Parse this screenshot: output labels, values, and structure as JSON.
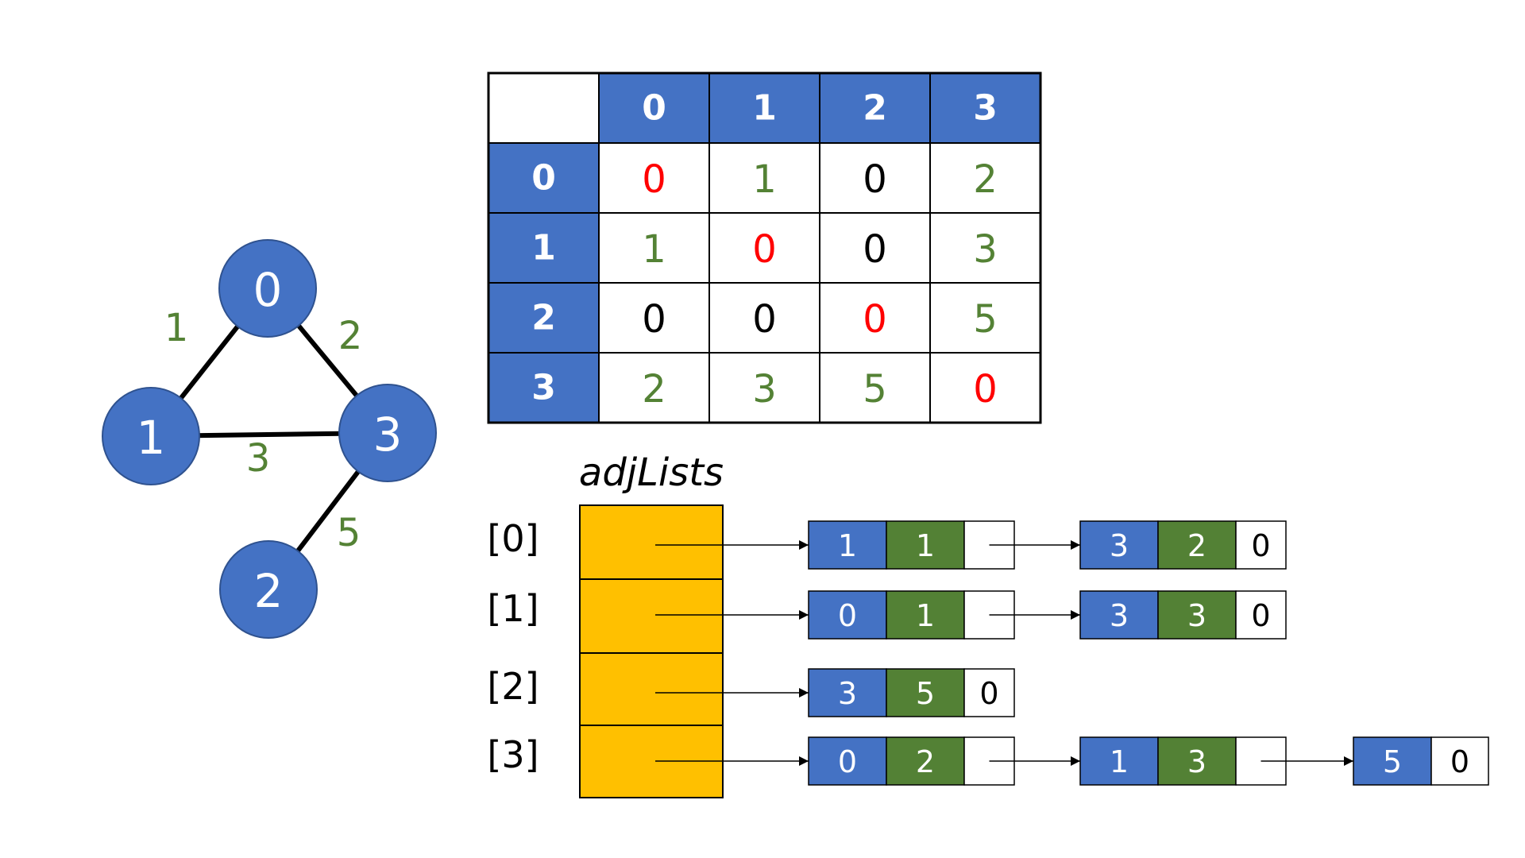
{
  "colors": {
    "node_fill": "#4472C4",
    "node_stroke": "#2F528F",
    "header_fill": "#4472C4",
    "weight_green": "#548235",
    "cell_green": "#538135",
    "diag_red": "#FF0000",
    "array_fill": "#FFC000",
    "text_black": "#000000",
    "text_white": "#FFFFFF"
  },
  "graph": {
    "nodes": [
      {
        "id": "0",
        "label": "0"
      },
      {
        "id": "1",
        "label": "1"
      },
      {
        "id": "2",
        "label": "2"
      },
      {
        "id": "3",
        "label": "3"
      }
    ],
    "edges": [
      {
        "from": "0",
        "to": "1",
        "weight": "1"
      },
      {
        "from": "0",
        "to": "3",
        "weight": "2"
      },
      {
        "from": "1",
        "to": "3",
        "weight": "3"
      },
      {
        "from": "3",
        "to": "2",
        "weight": "5"
      }
    ]
  },
  "matrix": {
    "col_headers": [
      "0",
      "1",
      "2",
      "3"
    ],
    "row_headers": [
      "0",
      "1",
      "2",
      "3"
    ],
    "rows": [
      [
        "0",
        "1",
        "0",
        "2"
      ],
      [
        "1",
        "0",
        "0",
        "3"
      ],
      [
        "0",
        "0",
        "0",
        "5"
      ],
      [
        "2",
        "3",
        "5",
        "0"
      ]
    ]
  },
  "adj": {
    "title": "adjLists",
    "index_labels": [
      "[0]",
      "[1]",
      "[2]",
      "[3]"
    ],
    "lists": [
      [
        {
          "vertex": "1",
          "weight": "1",
          "next": ""
        },
        {
          "vertex": "3",
          "weight": "2",
          "next": "0"
        }
      ],
      [
        {
          "vertex": "0",
          "weight": "1",
          "next": ""
        },
        {
          "vertex": "3",
          "weight": "3",
          "next": "0"
        }
      ],
      [
        {
          "vertex": "3",
          "weight": "5",
          "next": "0"
        }
      ],
      [
        {
          "vertex": "0",
          "weight": "2",
          "next": ""
        },
        {
          "vertex": "1",
          "weight": "3",
          "next": ""
        },
        {
          "vertex": "5",
          "weight": "0",
          "next": null
        }
      ]
    ]
  }
}
